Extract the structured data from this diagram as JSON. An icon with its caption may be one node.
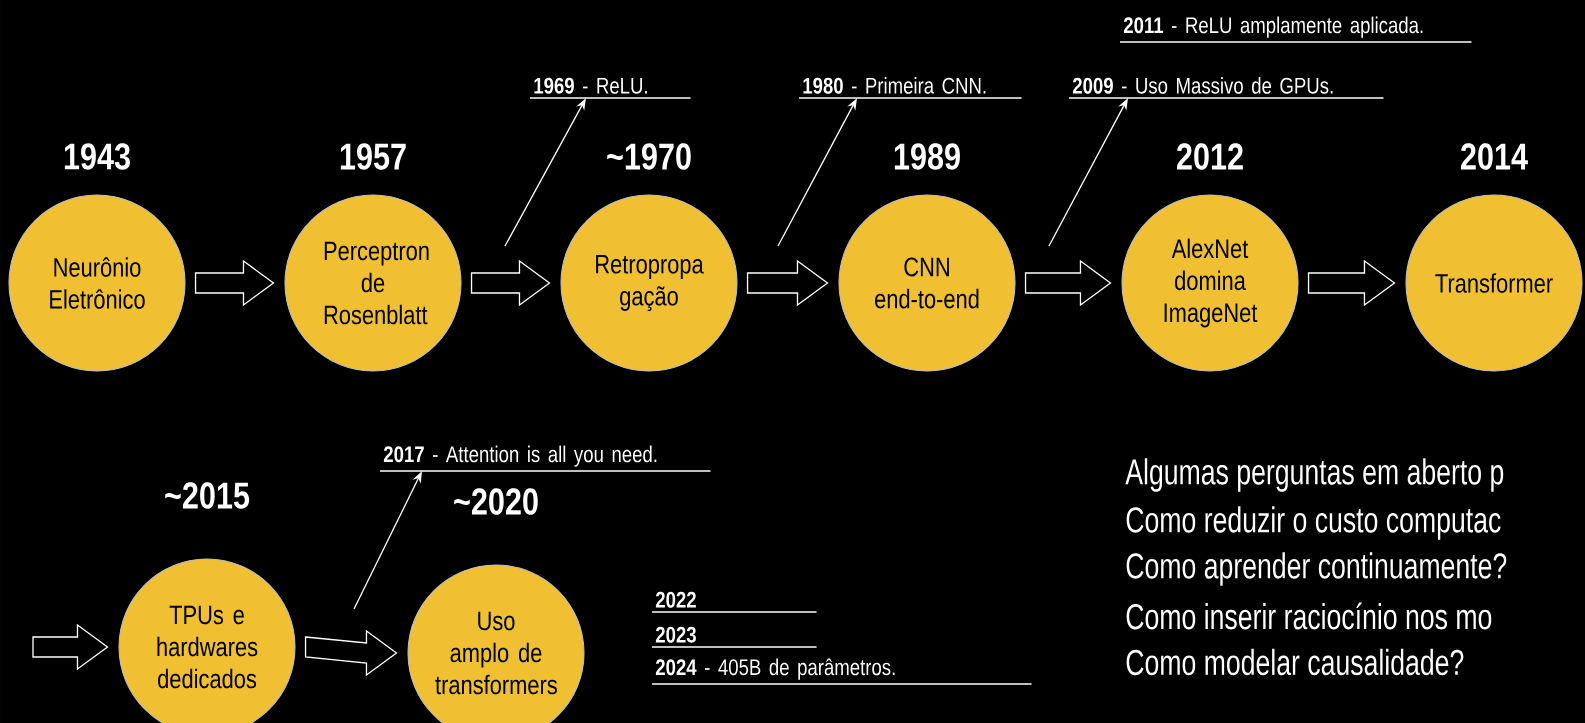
{
  "diagram": {
    "nodes": [
      {
        "text": [
          "1943",
          "Neurônio Eletrônico"
        ]
      },
      {
        "text": [
          "1957",
          "Perceptron de Rosenblatt"
        ]
      },
      {
        "text": [
          "~1970",
          "Retropropa gação"
        ]
      },
      {
        "text": [
          "1989",
          "CNN end-to-end"
        ]
      },
      {
        "text": [
          "2012",
          "AlexNet domina ImageNet"
        ]
      },
      {
        "text": [
          "2014",
          "Transformer"
        ]
      },
      {
        "text": [
          "~2015",
          "TPUs e hardwares dedicados"
        ]
      },
      {
        "text": [
          "~2020",
          "Uso amplo de transformers"
        ]
      },
      {
        "text": [
          "**1969** - ReLU."
        ]
      },
      {
        "text": [
          "**1980** - Primeira CNN."
        ]
      },
      {
        "text": [
          "**2009** - Uso Massivo de GPUs."
        ]
      },
      {
        "text": [
          "**2017** - Attention is all you need."
        ]
      }
    ],
    "edges": [
      {
        "from": 0,
        "to": 1,
        "arrow": "to"
      },
      {
        "from": 1,
        "to": 2,
        "arrow": "to"
      },
      {
        "from": 2,
        "to": 3,
        "arrow": "to"
      },
      {
        "from": 3,
        "to": 4,
        "arrow": "to"
      },
      {
        "from": 4,
        "to": 5,
        "arrow": "to"
      },
      {
        "from": null,
        "to": 6,
        "arrow": "to"
      },
      {
        "from": 6,
        "to": 7,
        "arrow": "to"
      },
      {
        "from": null,
        "to": 8,
        "arrow": "to"
      },
      {
        "from": null,
        "to": 9,
        "arrow": "to"
      },
      {
        "from": null,
        "to": 10,
        "arrow": "to"
      },
      {
        "from": null,
        "to": 11,
        "arrow": "to"
      }
    ],
    "labels": [
      "**2011** - ReLU amplamente aplicada.",
      "2022",
      "2023",
      "**2024** - 405B de parâmetros.",
      "Algumas perguntas em aberto p",
      "Como reduzir o custo computac",
      "Como aprender continuamente?",
      "Como inserir raciocínio nos mo",
      "Como modelar causalidade?"
    ]
  }
}
